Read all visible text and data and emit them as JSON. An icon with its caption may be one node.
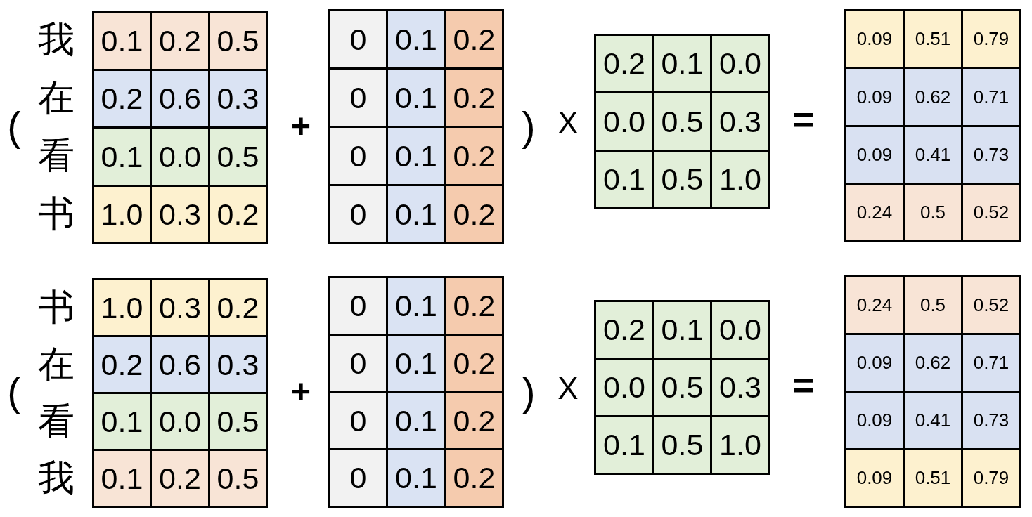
{
  "diagram": {
    "labels": [
      "(",
      "我",
      "0.1",
      "0.2",
      "0.5",
      "在",
      "0.2",
      "0.6",
      "0.3",
      "看",
      "0.1",
      "0.0",
      "0.5",
      "书",
      "1.0",
      "0.3",
      "0.2",
      "+",
      "0",
      "0.1",
      "0.2",
      "0",
      "0.1",
      "0.2",
      "0",
      "0.1",
      "0.2",
      "0",
      "0.1",
      "0.2",
      ")",
      "X",
      "0.2",
      "0.1",
      "0.0",
      "0.0",
      "0.5",
      "0.3",
      "0.1",
      "0.5",
      "1.0",
      "=",
      "0.09",
      "0.51",
      "0.79",
      "0.09",
      "0.62",
      "0.71",
      "0.09",
      "0.41",
      "0.73",
      "0.24",
      "0.5",
      "0.52",
      "(",
      "书",
      "1.0",
      "0.3",
      "0.2",
      "在",
      "0.2",
      "0.6",
      "0.3",
      "看",
      "0.1",
      "0.0",
      "0.5",
      "我",
      "0.1",
      "0.2",
      "0.5",
      "+",
      "0",
      "0.1",
      "0.2",
      "0",
      "0.1",
      "0.2",
      "0",
      "0.1",
      "0.2",
      "0",
      "0.1",
      "0.2",
      ")",
      "X",
      "0.2",
      "0.1",
      "0.0",
      "0.0",
      "0.5",
      "0.3",
      "0.1",
      "0.5",
      "1.0",
      "=",
      "0.24",
      "0.5",
      "0.52",
      "0.09",
      "0.62",
      "0.71",
      "0.09",
      "0.41",
      "0.73",
      "0.09",
      "0.51",
      "0.79"
    ]
  }
}
